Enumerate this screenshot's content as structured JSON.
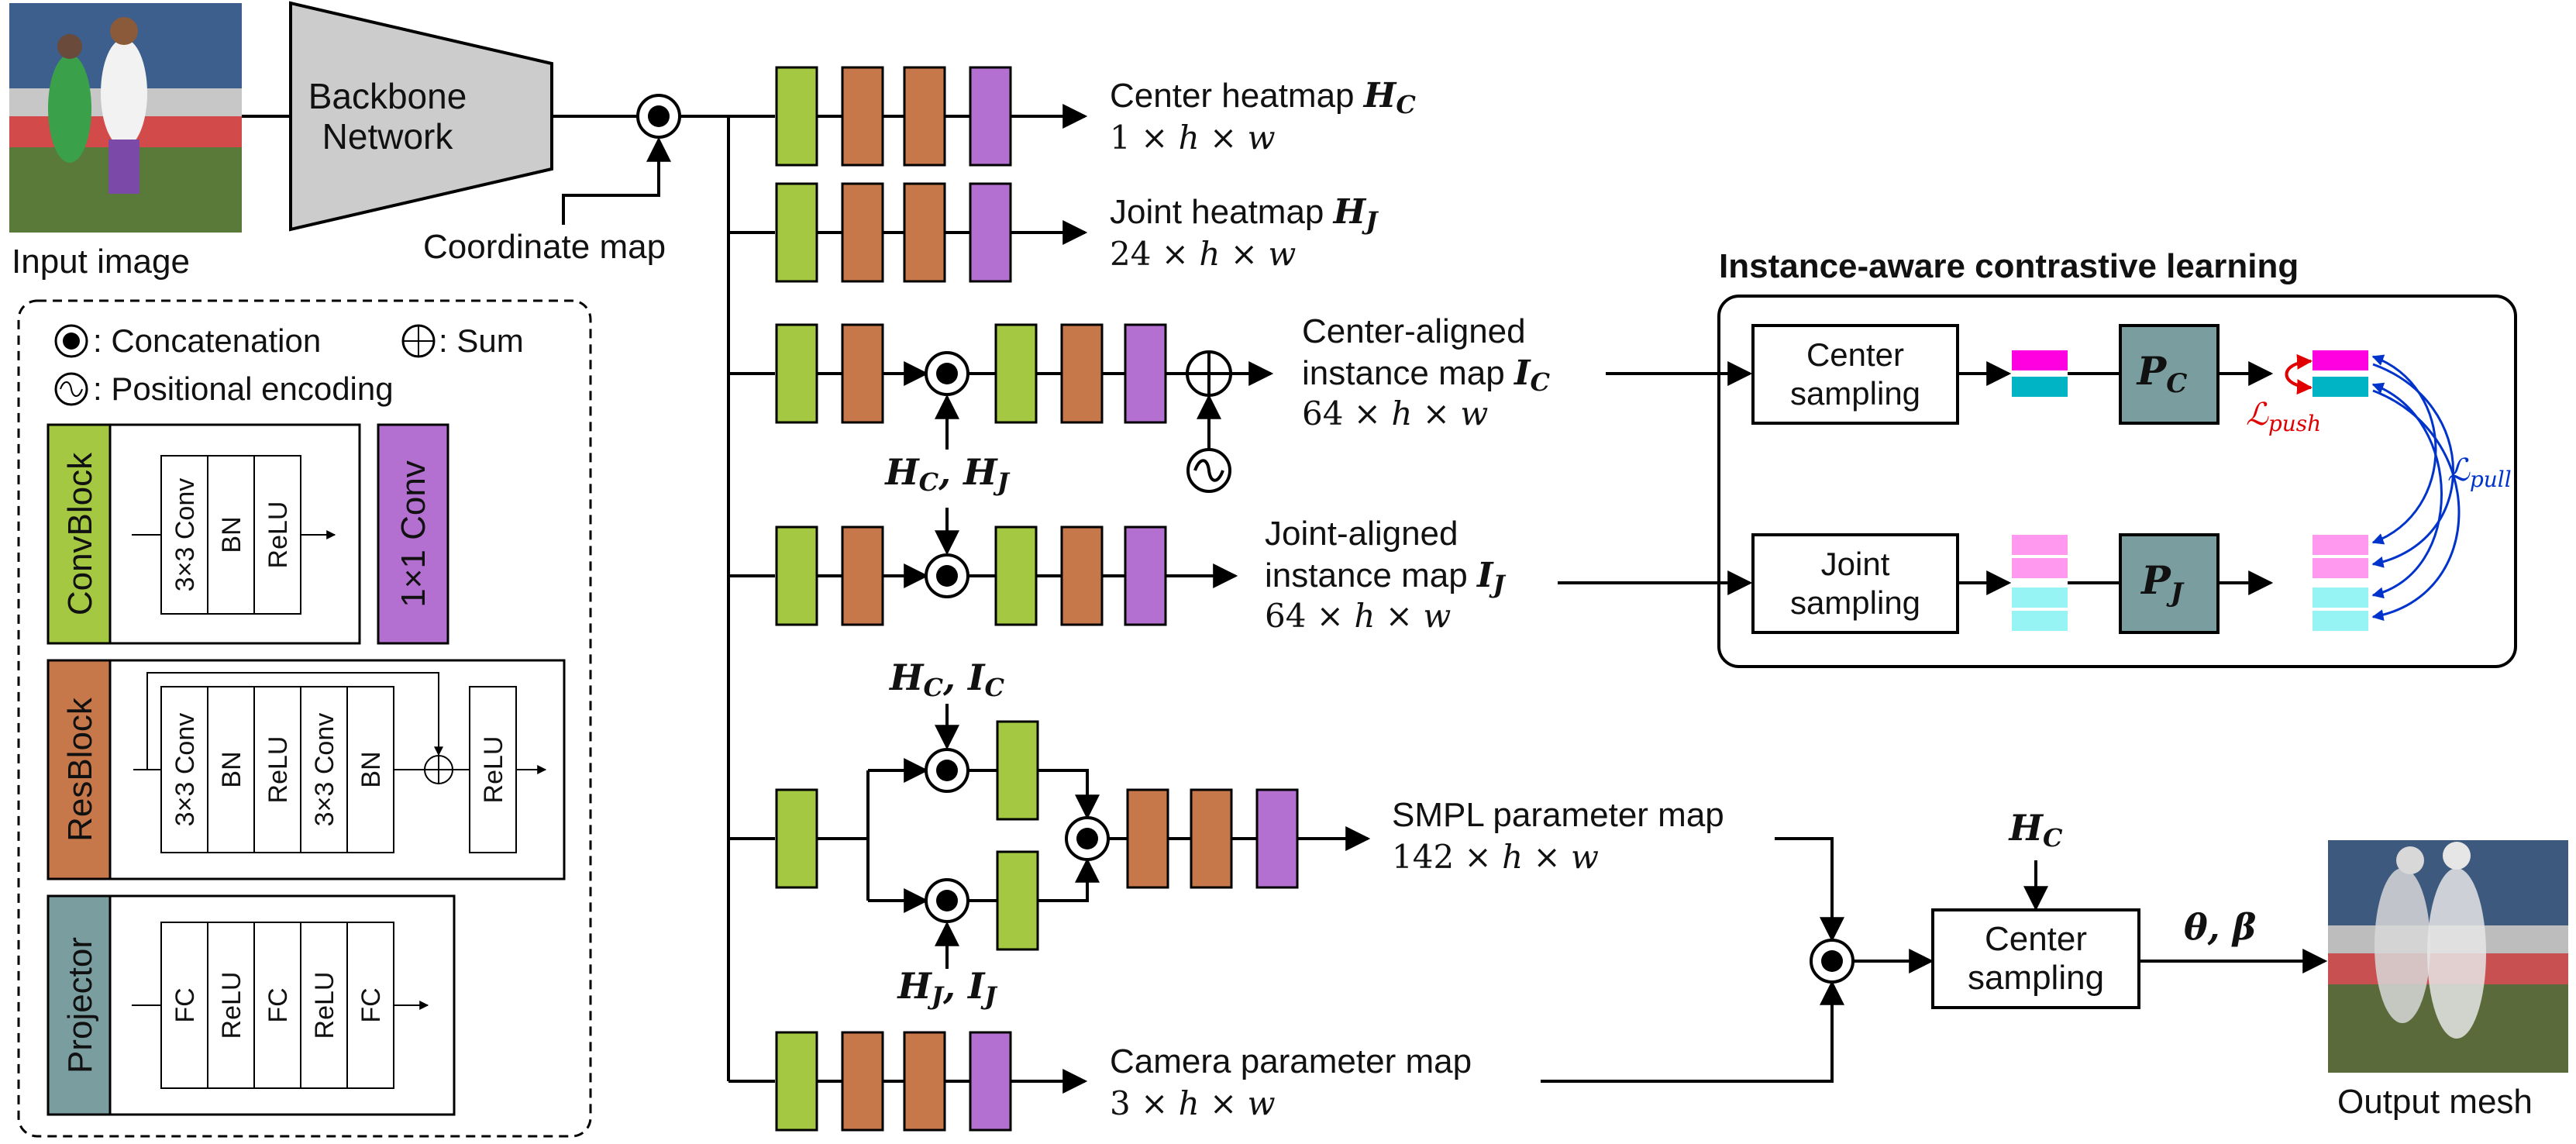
{
  "input": {
    "caption": "Input image"
  },
  "backbone": {
    "line1": "Backbone",
    "line2": "Network"
  },
  "coord_map": "Coordinate map",
  "legend": {
    "concat": ": Concatenation",
    "sum": ": Sum",
    "posenc": ": Positional encoding",
    "convblock": {
      "title": "ConvBlock",
      "layers": [
        "3×3 Conv",
        "BN",
        "ReLU"
      ]
    },
    "conv1x1": "1×1 Conv",
    "resblock": {
      "title": "ResBlock",
      "layers": [
        "3×3 Conv",
        "BN",
        "ReLU",
        "3×3 Conv",
        "BN",
        "ReLU"
      ]
    },
    "projector": {
      "title": "Projector",
      "layers": [
        "FC",
        "ReLU",
        "FC",
        "ReLU",
        "FC"
      ]
    }
  },
  "heads": {
    "center_heatmap": {
      "name": "Center heatmap ",
      "sym": "H",
      "sub": "C",
      "dims": [
        "1",
        "h",
        "w"
      ]
    },
    "joint_heatmap": {
      "name": "Joint heatmap ",
      "sym": "H",
      "sub": "J",
      "dims": [
        "24",
        "h",
        "w"
      ]
    },
    "center_instance": {
      "line1": "Center-aligned",
      "line2": "instance map ",
      "sym": "I",
      "sub": "C",
      "dims": [
        "64",
        "h",
        "w"
      ]
    },
    "joint_instance": {
      "line1": "Joint-aligned",
      "line2": "instance map ",
      "sym": "I",
      "sub": "J",
      "dims": [
        "64",
        "h",
        "w"
      ]
    },
    "smpl": {
      "name": "SMPL parameter map",
      "dims": [
        "142",
        "h",
        "w"
      ]
    },
    "camera": {
      "name": "Camera parameter map",
      "dims": [
        "3",
        "h",
        "w"
      ]
    }
  },
  "inputs": {
    "hc_hj": {
      "a": "H",
      "asub": "C",
      "sep": ", ",
      "b": "H",
      "bsub": "J"
    },
    "hc_ic": {
      "a": "H",
      "asub": "C",
      "sep": ", ",
      "b": "I",
      "bsub": "C"
    },
    "hj_ij": {
      "a": "H",
      "asub": "J",
      "sep": ", ",
      "b": "I",
      "bsub": "J"
    },
    "hc": {
      "a": "H",
      "asub": "C"
    }
  },
  "contrastive": {
    "title": "Instance-aware contrastive learning",
    "center_sampling": [
      "Center",
      "sampling"
    ],
    "joint_sampling": [
      "Joint",
      "sampling"
    ],
    "pc": {
      "sym": "P",
      "sub": "C"
    },
    "pj": {
      "sym": "P",
      "sub": "J"
    },
    "push": {
      "sym": "ℒ",
      "sub": "push"
    },
    "pull": {
      "sym": "ℒ",
      "sub": "pull"
    }
  },
  "final_sampling": [
    "Center",
    "sampling"
  ],
  "theta_beta": "θ, β",
  "output": {
    "caption": "Output mesh"
  },
  "colors": {
    "conv": "#a5c843",
    "res": "#c7784a",
    "conv1x1": "#b470d1",
    "projector_box": "#7a9ea0",
    "pink": "#ff00e0",
    "teal": "#00b4c6",
    "light_pink": "#ff99f0",
    "light_teal": "#96f4f4",
    "push": "#e00000",
    "pull": "#0033cc",
    "backbone": "#cccccc"
  }
}
